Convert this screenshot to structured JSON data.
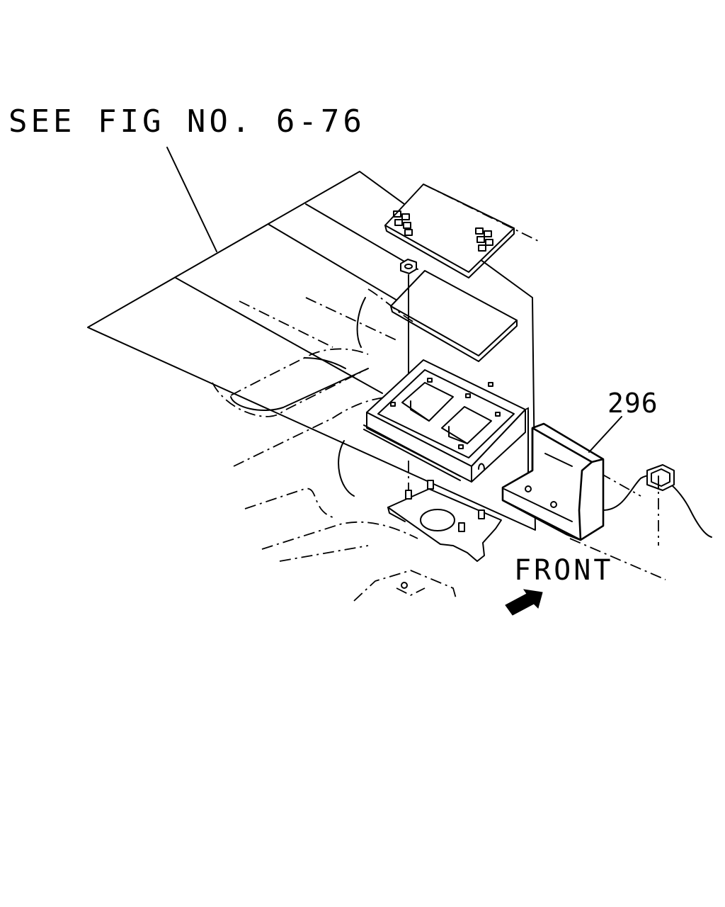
{
  "labels": {
    "see_fig": "SEE FIG NO. 6-76",
    "part_number": "296",
    "front": "FRONT"
  }
}
